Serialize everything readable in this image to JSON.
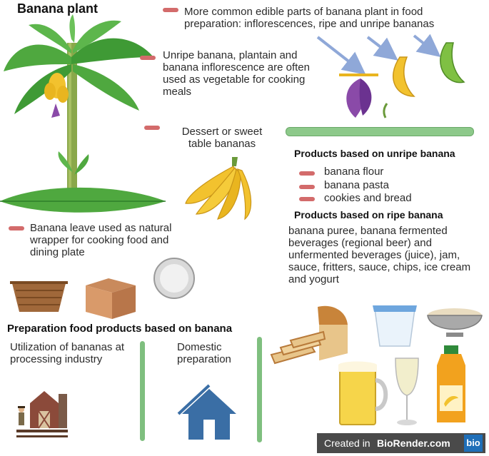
{
  "title": "Banana plant",
  "top_note": "More common edible parts of banana plant in food preparation: inflorescences, ripe and unripe bananas",
  "unripe_note": "Unripe banana, plantain and banana inflorescence are often used as vegetable for cooking meals",
  "dessert_note": "Dessert or  sweet table bananas",
  "leaf_note": "Banana leave used as natural wrapper for cooking food and dining plate",
  "unripe_products": {
    "heading": "Products based on unripe banana",
    "items": [
      "banana flour",
      "banana pasta",
      "cookies and bread"
    ]
  },
  "ripe_products": {
    "heading": "Products based on ripe banana",
    "text": "banana puree, banana fermented beverages (regional beer) and unfermented beverages (juice), jam, sauce, fritters, sauce, chips, ice cream and yogurt"
  },
  "preparation": {
    "heading": "Preparation food products based on  banana",
    "industry": "Utilization of bananas  at processing industry",
    "domestic": "Domestic preparation"
  },
  "footer": {
    "prefix": "Created in ",
    "brand": "BioRender.com",
    "badge": "bio"
  },
  "colors": {
    "dash": "#d36b6b",
    "bar": "#7fbf7f",
    "house": "#3a6ea5",
    "banana": "#f2c22e",
    "leaf": "#4fa83f"
  }
}
